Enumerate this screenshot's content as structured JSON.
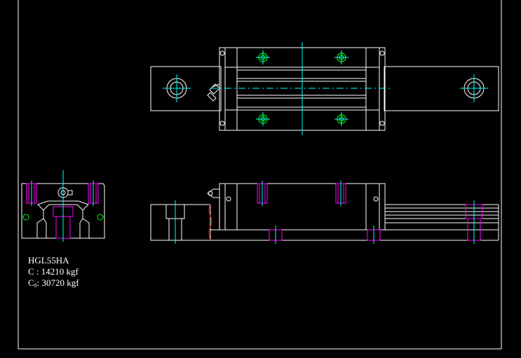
{
  "model": "HGL55HA",
  "dynamic_load": {
    "symbol": "C",
    "separator": " : ",
    "value": "14210 kgf"
  },
  "static_load": {
    "symbol": "C",
    "subscript": "0",
    "separator": ": ",
    "value": "30720 kgf"
  },
  "colors": {
    "background": "#000000",
    "outline": "#ffffff",
    "centerline": "#00ffff",
    "bolt": "#ff00ff",
    "hole": "#00ff00",
    "text": "#ffffff"
  }
}
